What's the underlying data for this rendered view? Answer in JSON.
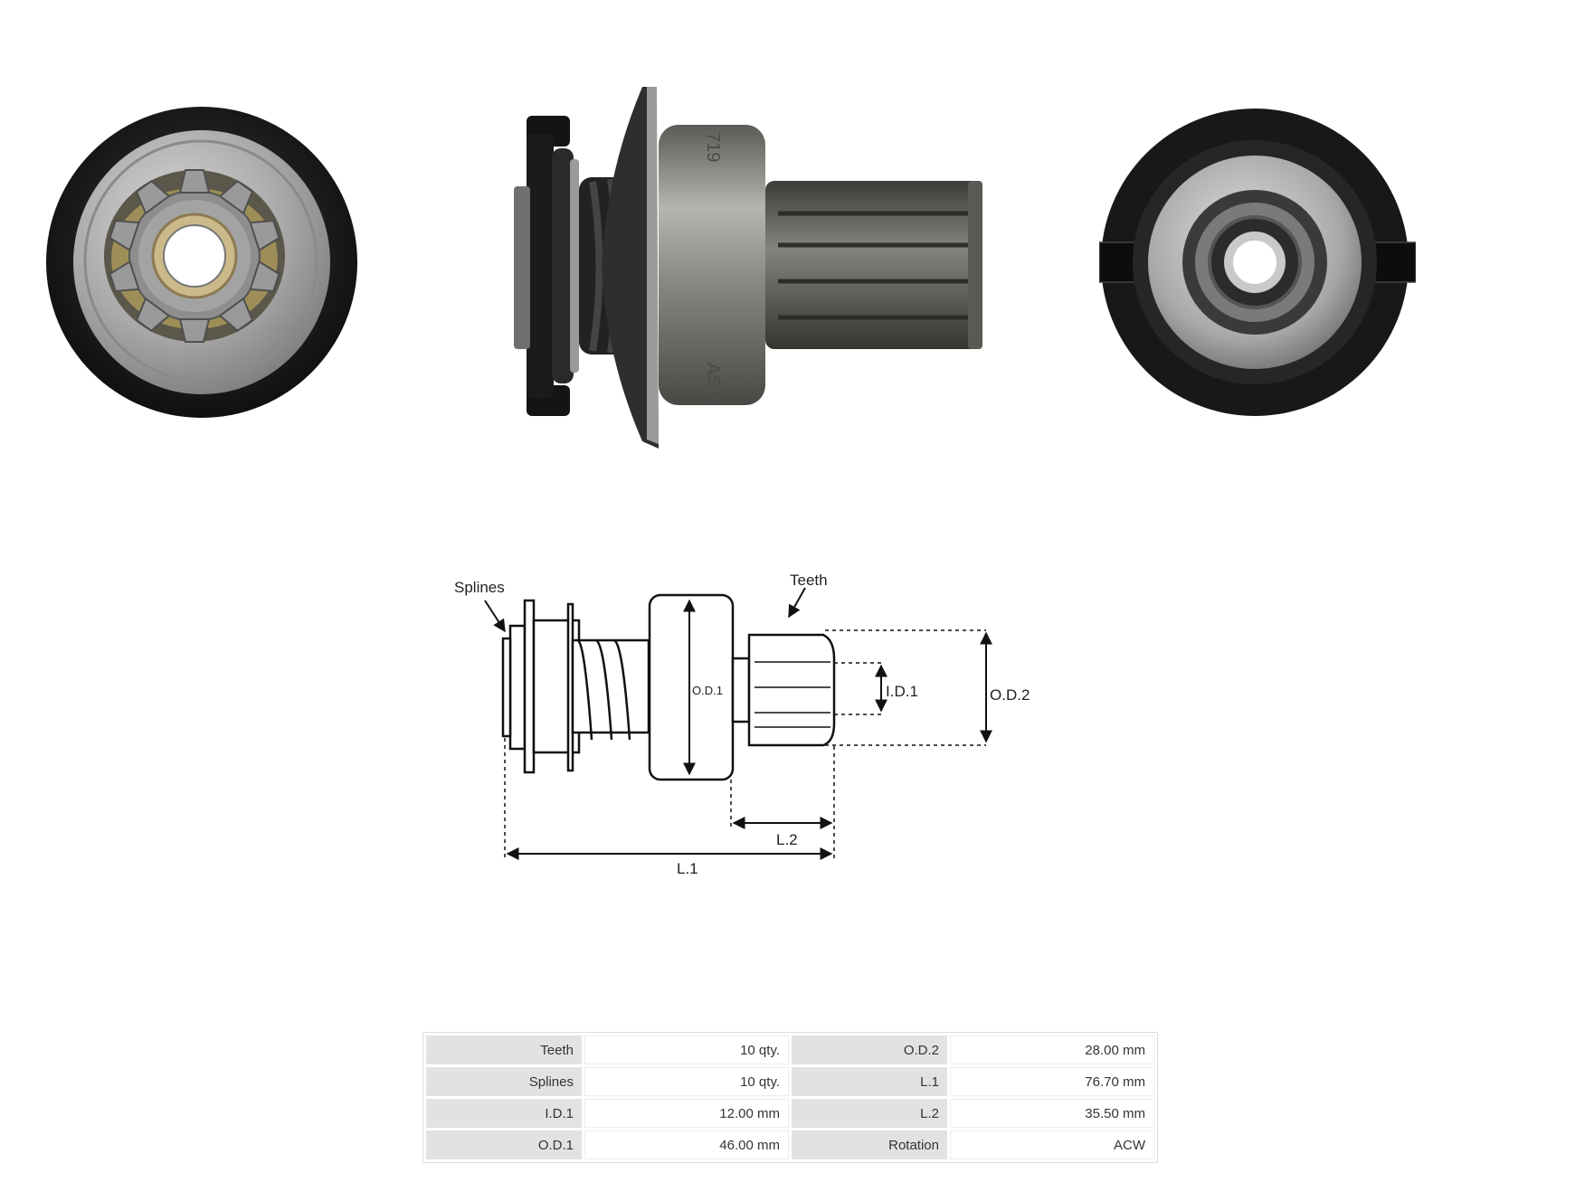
{
  "photos": {
    "side_marking_top": "719",
    "side_marking_bottom": "AS S"
  },
  "diagram": {
    "labels": {
      "splines": "Splines",
      "teeth": "Teeth",
      "od1": "O.D.1",
      "id1": "I.D.1",
      "od2": "O.D.2",
      "l2": "L.2",
      "l1": "L.1"
    }
  },
  "specs": {
    "rows": [
      {
        "left_key": "Teeth",
        "left_value": "10 qty.",
        "right_key": "O.D.2",
        "right_value": "28.00 mm"
      },
      {
        "left_key": "Splines",
        "left_value": "10 qty.",
        "right_key": "L.1",
        "right_value": "76.70 mm"
      },
      {
        "left_key": "I.D.1",
        "left_value": "12.00 mm",
        "right_key": "L.2",
        "right_value": "35.50 mm"
      },
      {
        "left_key": "O.D.1",
        "left_value": "46.00 mm",
        "right_key": "Rotation",
        "right_value": "ACW"
      }
    ]
  },
  "colors": {
    "rubber": "#1c1c1c",
    "metal": "#8f8f8f",
    "metal_light": "#c4c4c4",
    "bronze": "#c9b98a"
  }
}
